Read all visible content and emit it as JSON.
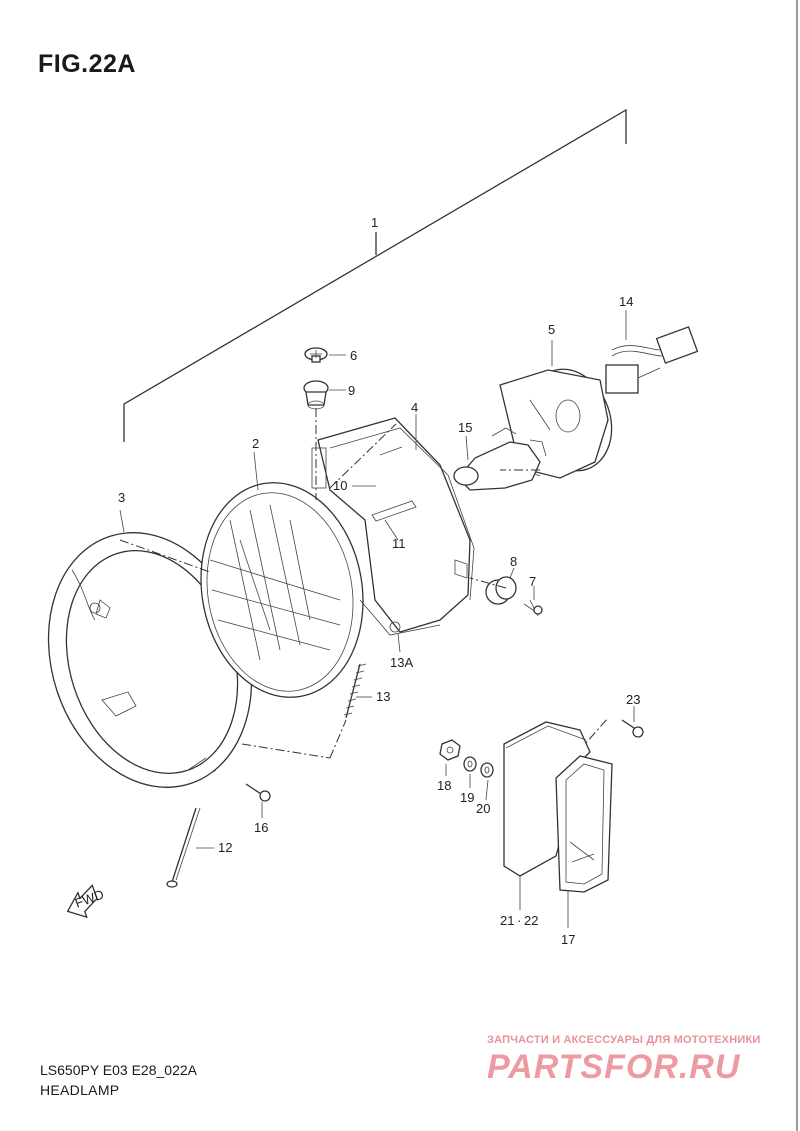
{
  "figure": {
    "title": "FIG.22A",
    "code": "LS650PY E03 E28_022A",
    "caption": "HEADLAMP"
  },
  "callouts": {
    "c1": "1",
    "c2": "2",
    "c3": "3",
    "c4": "4",
    "c5": "5",
    "c6": "6",
    "c7": "7",
    "c8": "8",
    "c9": "9",
    "c10": "10",
    "c11": "11",
    "c12": "12",
    "c13": "13",
    "c13a": "13A",
    "c14": "14",
    "c15": "15",
    "c16": "16",
    "c17": "17",
    "c18": "18",
    "c19": "19",
    "c20": "20",
    "c21_22": "21 · 22",
    "c23": "23"
  },
  "fwd_label": "FWD",
  "watermark": {
    "tagline": "ЗАПЧАСТИ И АКСЕССУАРЫ ДЛЯ МОТОТЕХНИКИ",
    "logo": "PARTSFOR.RU"
  }
}
